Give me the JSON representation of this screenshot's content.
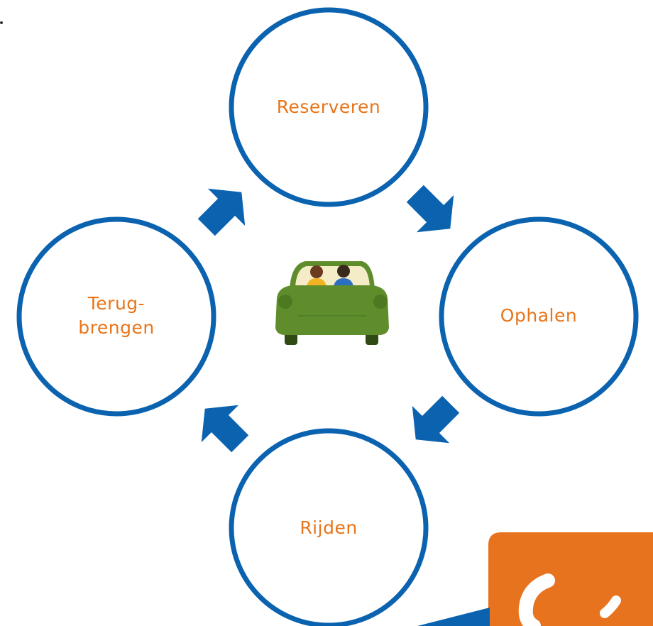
{
  "diagram": {
    "steps": [
      {
        "label": "Reserveren"
      },
      {
        "label": "Ophalen"
      },
      {
        "label": "Rijden"
      },
      {
        "label": "Terug-\nbrengen"
      }
    ]
  },
  "colors": {
    "circle_stroke": "#0b63b0",
    "arrow_fill": "#0b63b0",
    "label_text": "#e8751a",
    "logo_bg": "#e8731e",
    "car_body": "#5f8d2c"
  },
  "icons": {
    "center": "car-with-couple-icon",
    "logo": "brand-logo-icon"
  }
}
